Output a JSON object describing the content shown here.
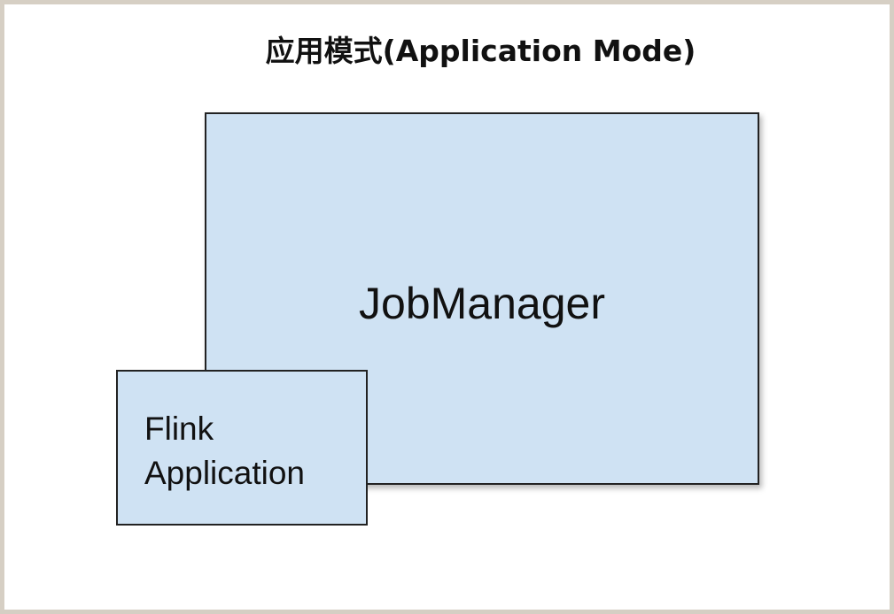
{
  "diagram": {
    "title": "应用模式(Application Mode)",
    "job_manager": {
      "label": "JobManager"
    },
    "flink_application": {
      "label_line1": "Flink",
      "label_line2": "Application"
    },
    "colors": {
      "box_fill": "#cfe2f3",
      "box_border": "#222222",
      "background": "#ffffff",
      "outer_border": "#d6cfc4"
    }
  }
}
